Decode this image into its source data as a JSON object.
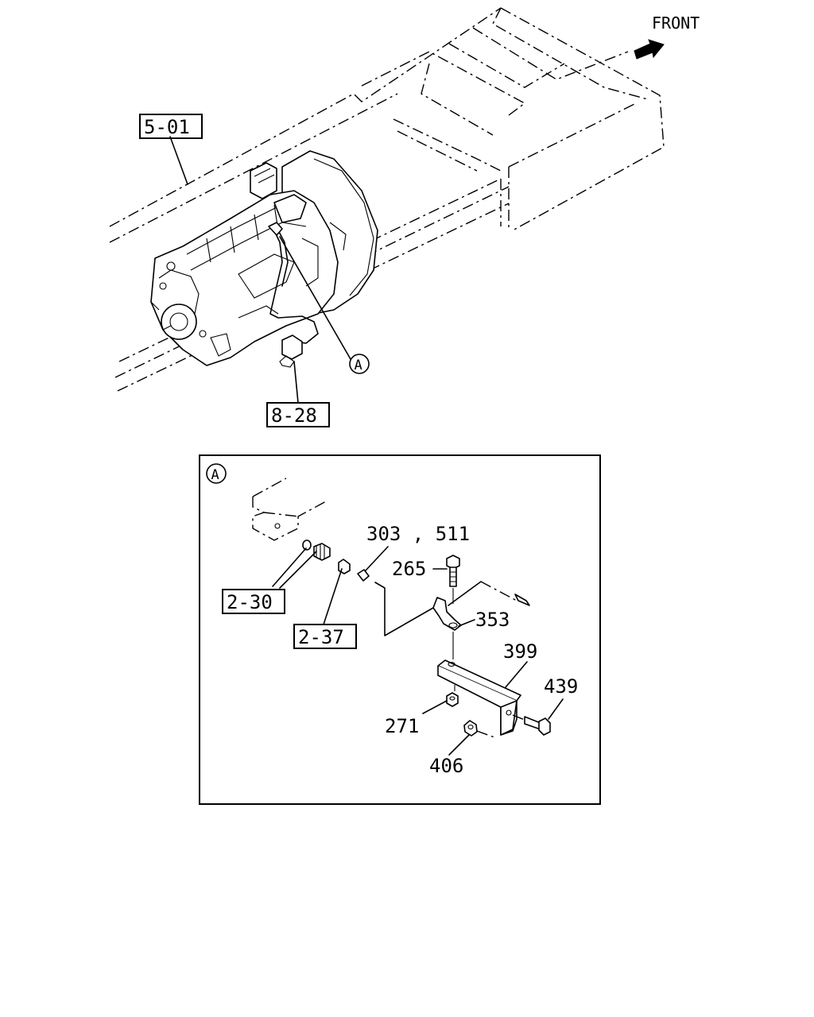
{
  "front_label": "FRONT",
  "refs": {
    "r501": "5-01",
    "r828": "8-28",
    "r230": "2-30",
    "r237": "2-37"
  },
  "callout": {
    "main": "A",
    "detail": "A"
  },
  "parts": {
    "p303_511": "303 , 511",
    "p265": "265",
    "p353": "353",
    "p399": "399",
    "p439": "439",
    "p271": "271",
    "p406": "406"
  },
  "icons": {
    "front_arrow": "arrow-icon"
  }
}
